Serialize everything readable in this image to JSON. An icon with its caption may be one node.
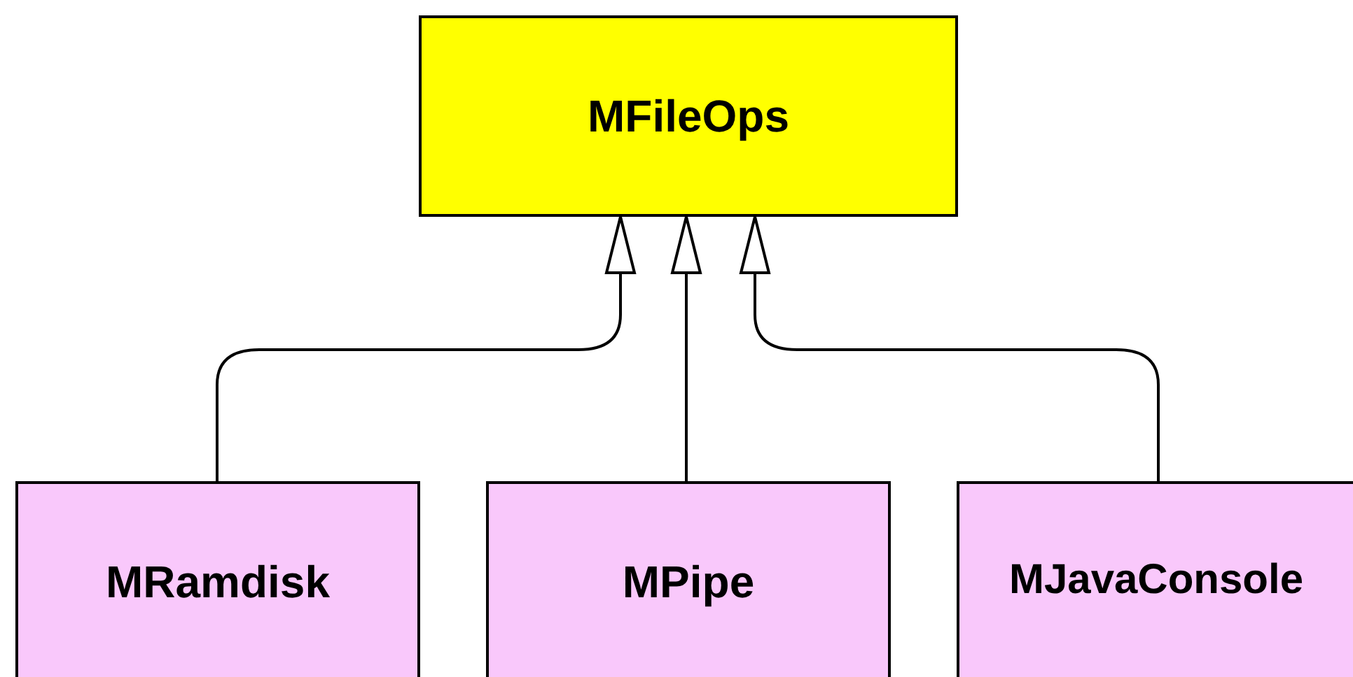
{
  "diagram": {
    "nodes": [
      {
        "text": [
          "MFileOps"
        ]
      },
      {
        "text": [
          "MRamdisk"
        ]
      },
      {
        "text": [
          "MPipe"
        ]
      },
      {
        "text": [
          "MJavaConsole"
        ]
      }
    ],
    "edges": [
      {
        "from": 1,
        "to": 0,
        "arrow": "to"
      },
      {
        "from": 2,
        "to": 0,
        "arrow": "to"
      },
      {
        "from": 3,
        "to": 0,
        "arrow": "to"
      }
    ]
  }
}
